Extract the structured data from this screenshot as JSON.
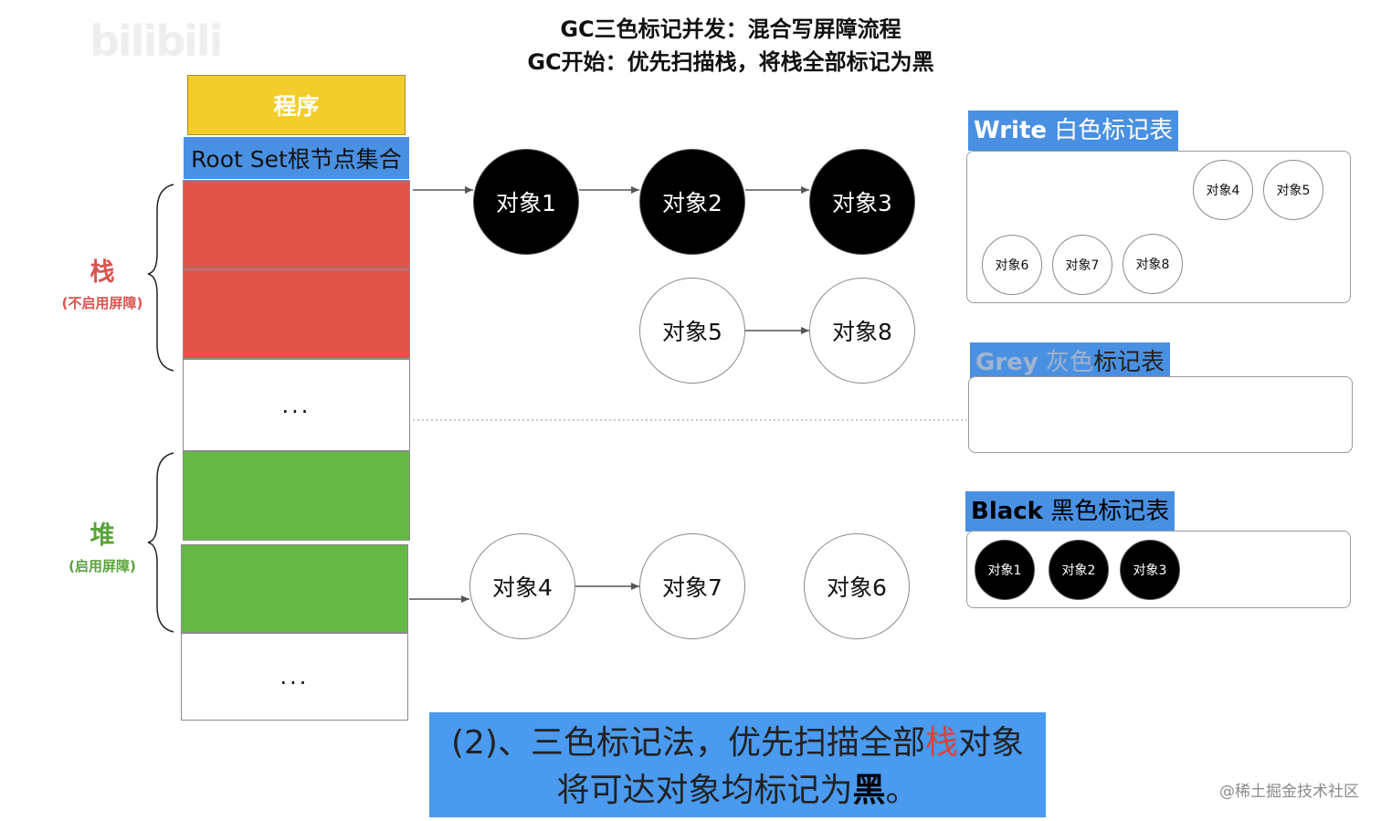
{
  "watermark": {
    "logo": "bilibili",
    "footer": "@稀土掘金技术社区"
  },
  "title": {
    "line1": "GC三色标记并发：混合写屏障流程",
    "line2": "GC开始：优先扫描栈，将栈全部标记为黑"
  },
  "program": {
    "label": "程序",
    "root_set": "Root Set根节点集合",
    "ellipsis": "..."
  },
  "stack": {
    "label": "栈",
    "sub": "(不启用屏障)"
  },
  "heap": {
    "label": "堆",
    "sub": "(启用屏障)"
  },
  "graph": {
    "obj1": "对象1",
    "obj2": "对象2",
    "obj3": "对象3",
    "obj5": "对象5",
    "obj8": "对象8",
    "obj4": "对象4",
    "obj7": "对象7",
    "obj6": "对象6"
  },
  "tables": {
    "white": {
      "title_en": "Write",
      "title_cn": "白色标记表",
      "items": [
        "对象4",
        "对象5",
        "对象6",
        "对象7",
        "对象8"
      ]
    },
    "grey": {
      "title_en": "Grey",
      "title_grey_cn": "灰色",
      "title_cn": "标记表",
      "items": []
    },
    "black": {
      "title_en": "Black",
      "title_cn": "黑色标记表",
      "items": [
        "对象1",
        "对象2",
        "对象3"
      ]
    }
  },
  "caption": {
    "line1_pre": "(2)、三色标记法，优先扫描全部",
    "line1_red": "栈",
    "line1_post": "对象",
    "line2_pre": "将可达对象均标记为",
    "line2_bold": "黑",
    "line2_post": "。"
  },
  "colors": {
    "program_yellow": "#f3cd2b",
    "rootset_blue": "#4a90e2",
    "stack_red": "#e2534a",
    "heap_green": "#66b845",
    "stack_label": "#d9534f",
    "heap_label": "#5aa33a",
    "caption_blue": "#4a9af0"
  }
}
